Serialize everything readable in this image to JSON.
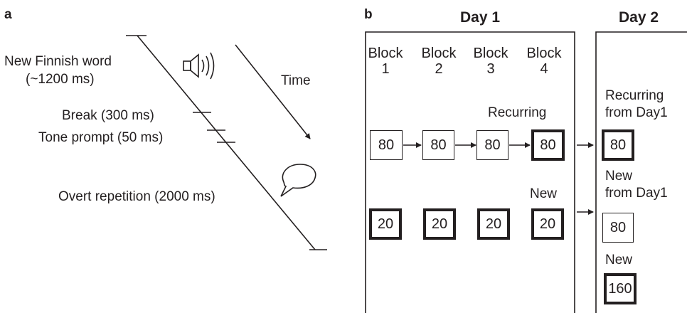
{
  "panel_a": {
    "letter": "a",
    "time_label": "Time",
    "events": [
      {
        "name": "New Finnish word",
        "duration": "(~1200 ms)"
      },
      {
        "label": "Break (300 ms)"
      },
      {
        "label": "Tone prompt (50 ms)"
      },
      {
        "label": "Overt repetition (2000 ms)"
      }
    ]
  },
  "panel_b": {
    "letter": "b",
    "day1": {
      "title": "Day 1",
      "blocks": [
        {
          "word": "Block",
          "num": "1"
        },
        {
          "word": "Block",
          "num": "2"
        },
        {
          "word": "Block",
          "num": "3"
        },
        {
          "word": "Block",
          "num": "4"
        }
      ],
      "recurring_label": "Recurring",
      "recurring_counts": [
        "80",
        "80",
        "80",
        "80"
      ],
      "new_label": "New",
      "new_counts": [
        "20",
        "20",
        "20",
        "20"
      ]
    },
    "day2": {
      "title": "Day 2",
      "recurring_label_1": "Recurring",
      "recurring_label_2": "from Day1",
      "recurring_count": "80",
      "new_from_label_1": "New",
      "new_from_label_2": "from Day1",
      "new_from_count": "80",
      "new_label": "New",
      "new_count": "160"
    }
  }
}
